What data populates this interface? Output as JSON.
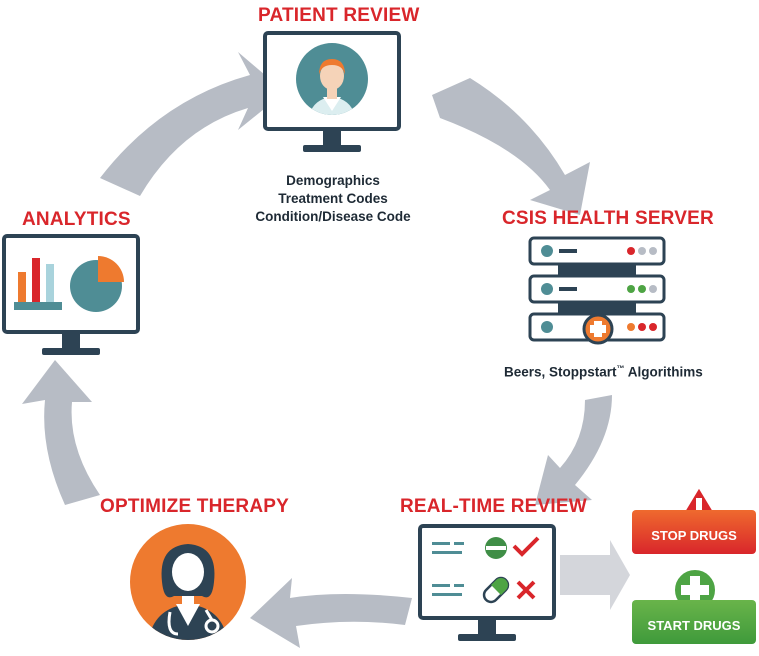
{
  "colors": {
    "accent_red": "#d9262b",
    "arrow_gray": "#b7bcc5",
    "monitor_navy": "#2d4354",
    "teal": "#4f8d95",
    "orange": "#ee7a2f",
    "green": "#4ea444"
  },
  "patient_review": {
    "title": "PATIENT REVIEW",
    "items": [
      "Demographics",
      "Treatment Codes",
      "Condition/Disease Code"
    ]
  },
  "csis_server": {
    "title": "CSIS HEALTH SERVER",
    "caption_pre": "Beers, Stoppstart",
    "caption_tm": "™",
    "caption_post": " Algorithims"
  },
  "real_time_review": {
    "title": "REAL-TIME REVIEW"
  },
  "optimize_therapy": {
    "title": "OPTIMIZE THERAPY"
  },
  "analytics": {
    "title": "ANALYTICS"
  },
  "outcomes": {
    "stop_label": "STOP DRUGS",
    "start_label": "START DRUGS"
  },
  "icons": [
    "patient-monitor-icon",
    "server-rack-icon",
    "review-monitor-icon",
    "doctor-icon",
    "analytics-monitor-icon",
    "warning-icon",
    "plus-icon"
  ]
}
